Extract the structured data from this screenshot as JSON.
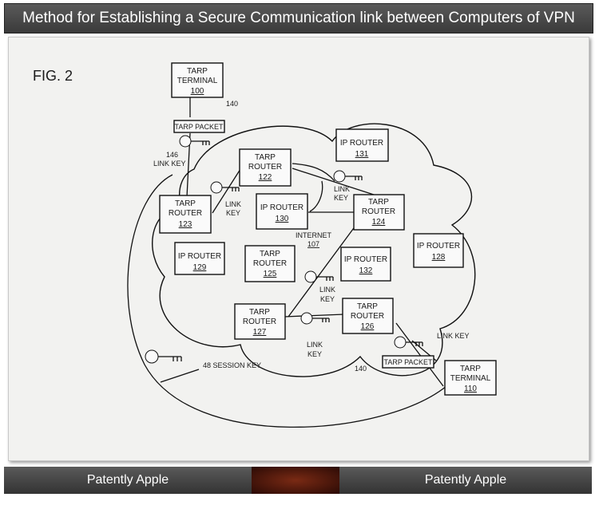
{
  "header": {
    "title": "Method for Establishing a Secure Communication link between Computers of VPN"
  },
  "figure": {
    "fig_label": "FIG. 2",
    "nodes": [
      {
        "l1": "TARP",
        "l2": "TERMINAL",
        "num": "100"
      },
      {
        "l1": "TARP",
        "l2": "ROUTER",
        "num": "122"
      },
      {
        "l1": "IP ROUTER",
        "l2": "",
        "num": "131"
      },
      {
        "l1": "TARP",
        "l2": "ROUTER",
        "num": "123"
      },
      {
        "l1": "IP ROUTER",
        "l2": "",
        "num": "130"
      },
      {
        "l1": "TARP",
        "l2": "ROUTER",
        "num": "124"
      },
      {
        "l1": "IP ROUTER",
        "l2": "",
        "num": "129"
      },
      {
        "l1": "TARP",
        "l2": "ROUTER",
        "num": "125"
      },
      {
        "l1": "IP ROUTER",
        "l2": "",
        "num": "132"
      },
      {
        "l1": "IP ROUTER",
        "l2": "",
        "num": "128"
      },
      {
        "l1": "TARP",
        "l2": "ROUTER",
        "num": "127"
      },
      {
        "l1": "TARP",
        "l2": "ROUTER",
        "num": "126"
      },
      {
        "l1": "TARP",
        "l2": "TERMINAL",
        "num": "110"
      }
    ],
    "labels": {
      "tarp_packet_top": "TARP PACKET",
      "ref_140_top": "140",
      "link_key_146_num": "146",
      "link_key_146": "LINK KEY",
      "link_key_a1": "LINK",
      "link_key_a2": "KEY",
      "link_key_b1": "LINK",
      "link_key_b2": "KEY",
      "internet": "INTERNET",
      "internet_num": "107",
      "link_key_c1": "LINK",
      "link_key_c2": "KEY",
      "link_key_d1": "LINK",
      "link_key_d2": "KEY",
      "link_key_e": "LINK KEY",
      "session_key": "48 SESSION KEY",
      "ref_140_bottom": "140",
      "tarp_packet_bottom": "TARP PACKET"
    }
  },
  "footer": {
    "left": "Patently Apple",
    "right": "Patently Apple"
  }
}
